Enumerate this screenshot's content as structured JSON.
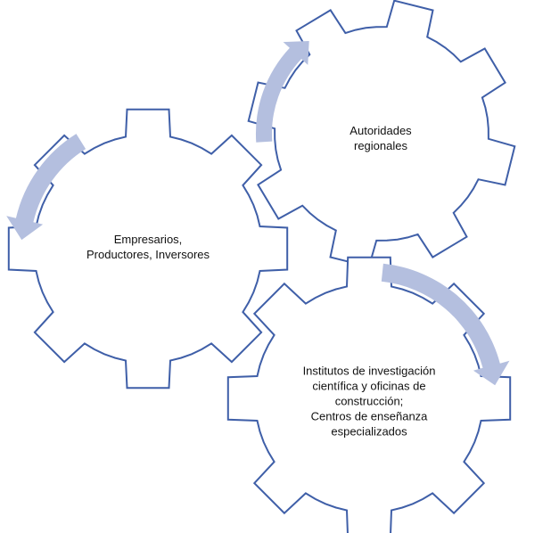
{
  "diagram": {
    "gears": [
      {
        "id": "empresarios",
        "lines": [
          "Empresarios,",
          "Productores, Inversores"
        ]
      },
      {
        "id": "autoridades",
        "lines": [
          "Autoridades",
          "regionales"
        ]
      },
      {
        "id": "institutos",
        "lines": [
          "Institutos de investigación",
          "científica y oficinas de",
          "construcción;",
          "Centros de enseñanza",
          "especializados"
        ]
      }
    ],
    "colors": {
      "gear_outline": "#3f5fa8",
      "arrow_fill": "#b4bfdf",
      "text": "#111111"
    }
  }
}
